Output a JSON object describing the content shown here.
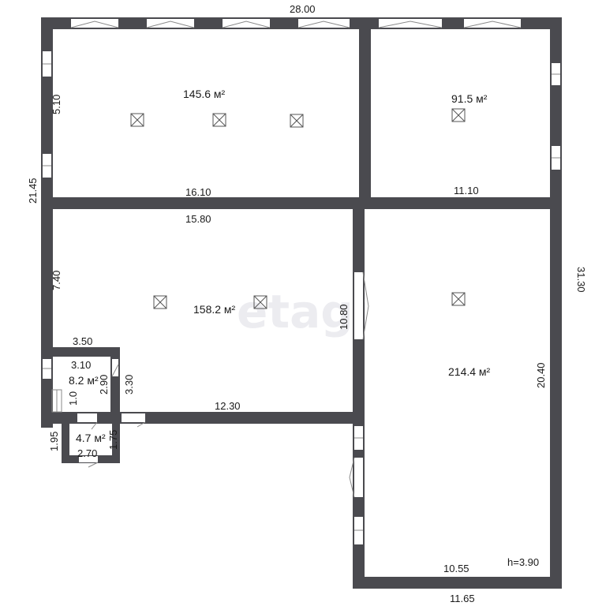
{
  "watermark": "etagi",
  "colors": {
    "wall": "#4a4a4f",
    "background": "#ffffff",
    "window_frame": "#8a8a8a",
    "text": "#1a1a1a"
  },
  "rooms": [
    {
      "id": "room-1",
      "area": "145.6 м²"
    },
    {
      "id": "room-2",
      "area": "91.5 м²"
    },
    {
      "id": "room-3",
      "area": "158.2 м²"
    },
    {
      "id": "room-4",
      "area": "214.4 м²"
    },
    {
      "id": "room-5",
      "area": "8.2 м²"
    },
    {
      "id": "room-6",
      "area": "4.7 м²"
    }
  ],
  "dimensions": {
    "top_total": "28.00",
    "left_total": "21.45",
    "right_total": "31.30",
    "bottom_total": "11.65",
    "room1_height": "5.10",
    "room1_width": "16.10",
    "room2_width": "11.10",
    "room3_width": "15.80",
    "room3_left_height": "7.40",
    "room3_right_height": "10.80",
    "room3_bottom_width": "12.30",
    "room4_height": "20.40",
    "room4_bottom_width": "10.55",
    "ceiling_height": "h=3.90",
    "room5_outer_width": "3.50",
    "room5_width": "3.10",
    "room5_height": "2.90",
    "room5_outer_height": "3.30",
    "room5_step": "1.0",
    "room6_left_height": "1.95",
    "room6_right_height": "1.75",
    "room6_width": "2.70"
  }
}
